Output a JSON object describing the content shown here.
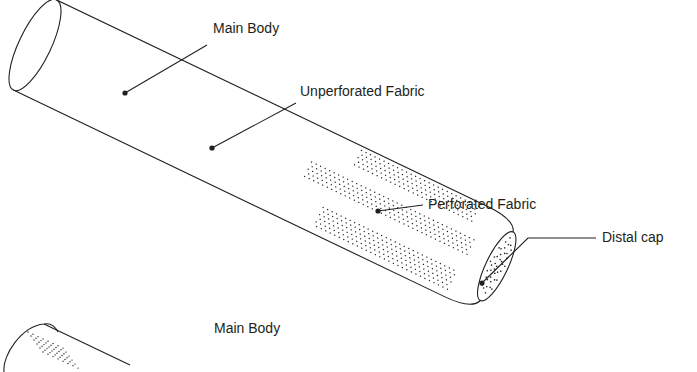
{
  "diagram": {
    "labels": [
      "Main Body",
      "Unperforated Fabric",
      "Perforated Fabric",
      "Distal cap",
      "Main Body"
    ]
  }
}
